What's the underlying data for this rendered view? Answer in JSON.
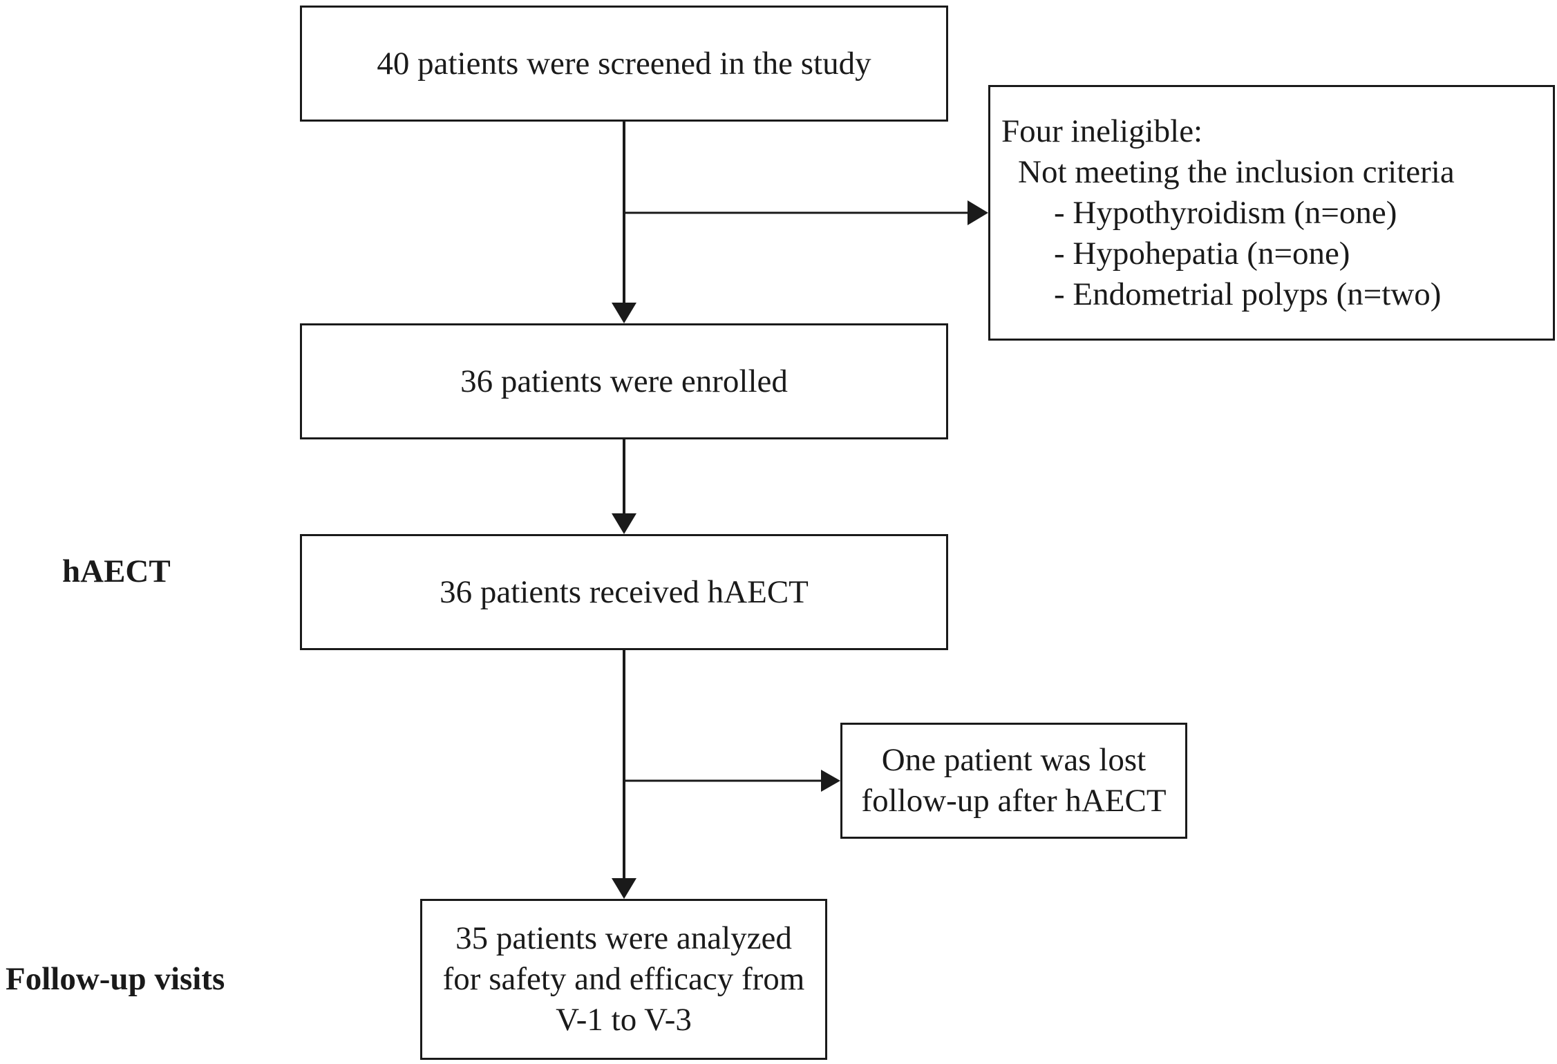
{
  "boxes": {
    "screened": {
      "lines": [
        "40 patients were screened in the study"
      ]
    },
    "ineligible": {
      "lines": [
        "Four  ineligible:",
        "Not meeting the inclusion criteria",
        "- Hypothyroidism (n=one)",
        "- Hypohepatia (n=one)",
        "- Endometrial polyps (n=two)"
      ]
    },
    "enrolled": {
      "lines": [
        "36 patients were enrolled"
      ]
    },
    "received": {
      "lines": [
        "36 patients received hAECT"
      ]
    },
    "lost": {
      "lines": [
        "One patient was lost",
        "follow-up after hAECT"
      ]
    },
    "analyzed": {
      "lines": [
        "35 patients were analyzed",
        "for safety and efficacy from",
        "V-1 to V-3"
      ]
    }
  },
  "stage_labels": {
    "haect": "hAECT",
    "followup": "Follow-up visits"
  },
  "colors": {
    "stroke": "#1a1a1a",
    "background": "#ffffff"
  }
}
